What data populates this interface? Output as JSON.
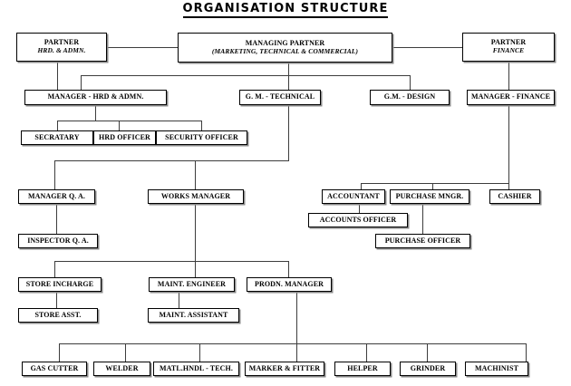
{
  "title": "ORGANISATION STRUCTURE",
  "chart_data": {
    "type": "diagram",
    "title": "ORGANISATION STRUCTURE",
    "diagram_kind": "organisation-chart",
    "levels": 7,
    "node_count": 31
  },
  "nodes": {
    "partner_hrd": {
      "line1": "PARTNER",
      "line2": "HRD. & ADMN."
    },
    "managing_partner": {
      "line1": "MANAGING PARTNER",
      "line2": "(MARKETING, TECHNICAL & COMMERCIAL)"
    },
    "partner_finance": {
      "line1": "PARTNER",
      "line2": "FINANCE"
    },
    "manager_hrd": {
      "line1": "MANAGER - HRD & ADMN."
    },
    "gm_technical": {
      "line1": "G. M. - TECHNICAL"
    },
    "gm_design": {
      "line1": "G.M. - DESIGN"
    },
    "manager_finance": {
      "line1": "MANAGER - FINANCE"
    },
    "secratary": {
      "line1": "SECRATARY"
    },
    "hrd_officer": {
      "line1": "HRD OFFICER"
    },
    "security_officer": {
      "line1": "SECURITY OFFICER"
    },
    "manager_qa": {
      "line1": "MANAGER Q. A."
    },
    "works_manager": {
      "line1": "WORKS MANAGER"
    },
    "accountant": {
      "line1": "ACCOUNTANT"
    },
    "purchase_mngr": {
      "line1": "PURCHASE MNGR."
    },
    "cashier": {
      "line1": "CASHIER"
    },
    "accounts_officer": {
      "line1": "ACCOUNTS OFFICER"
    },
    "inspector_qa": {
      "line1": "INSPECTOR Q. A."
    },
    "purchase_officer": {
      "line1": "PURCHASE OFFICER"
    },
    "store_incharge": {
      "line1": "STORE INCHARGE"
    },
    "maint_engineer": {
      "line1": "MAINT. ENGINEER"
    },
    "prodn_manager": {
      "line1": "PRODN. MANAGER"
    },
    "store_asst": {
      "line1": "STORE ASST."
    },
    "maint_assistant": {
      "line1": "MAINT. ASSISTANT"
    },
    "gas_cutter": {
      "line1": "GAS CUTTER"
    },
    "welder": {
      "line1": "WELDER"
    },
    "matl_hndl_tech": {
      "line1": "MATL.HNDL - TECH."
    },
    "marker_fitter": {
      "line1": "MARKER & FITTER"
    },
    "helper": {
      "line1": "HELPER"
    },
    "grinder": {
      "line1": "GRINDER"
    },
    "machinist": {
      "line1": "MACHINIST"
    }
  },
  "colors": {
    "box_border": "#000000",
    "box_shadow": "#8a8a8a",
    "connector": "#3d3d3d",
    "background": "#ffffff",
    "text": "#000000"
  }
}
